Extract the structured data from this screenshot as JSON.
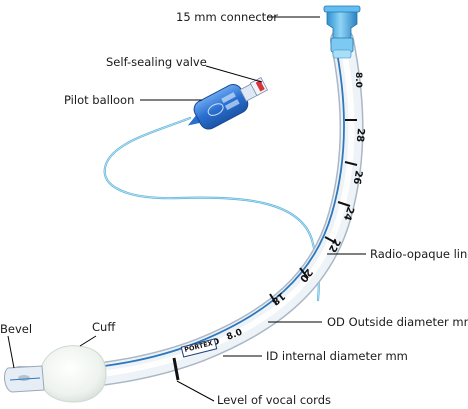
{
  "labels": {
    "connector": "15 mm connector",
    "valve": "Self-sealing valve",
    "pilot_balloon": "Pilot balloon",
    "radio_opaque_line": "Radio-opaque line",
    "od": "OD Outside diameter mm",
    "id": "ID internal diameter mm",
    "bevel": "Bevel",
    "cuff": "Cuff",
    "vocal_cords": "Level of vocal cords"
  },
  "tube_markings": {
    "depth_28": "28",
    "depth_26": "26",
    "depth_24": "24",
    "depth_22": "22",
    "depth_20": "20",
    "depth_18": "18",
    "size_top": "8.0",
    "size_lower": "8.0",
    "id_prefix": "ID",
    "brand": "PORTEX"
  },
  "colors": {
    "tube_fill": "#eef3f8",
    "tube_edge": "#aab7c6",
    "radio_line": "#2f78bd",
    "connector": "#58b2e8",
    "pilot_balloon": "#2a6fd0",
    "pilot_line": "#6dbde0",
    "cuff": "#f2f6f3",
    "valve_red": "#d8323a",
    "leader": "#000000"
  }
}
